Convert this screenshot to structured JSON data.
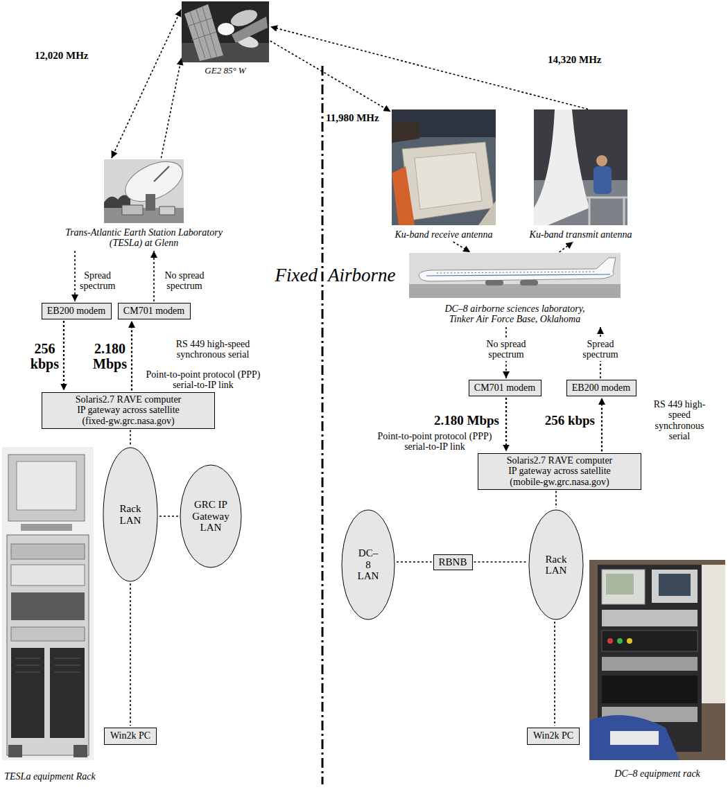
{
  "diagram": {
    "nodes": [
      {
        "text": [
          "GE2 85° W"
        ]
      },
      {
        "text": [
          "Ku-band receive antenna"
        ]
      },
      {
        "text": [
          "Ku-band transmit antenna"
        ]
      },
      {
        "text": [
          "Trans-Atlantic Earth Station Laboratory (TESLa) at Glenn"
        ]
      },
      {
        "text": [
          "DC–8 airborne sciences laboratory, Tinker Air Force Base, Oklahoma"
        ]
      },
      {
        "text": [
          "EB200 modem"
        ]
      },
      {
        "text": [
          "CM701 modem"
        ]
      },
      {
        "text": [
          "CM701 modem"
        ]
      },
      {
        "text": [
          "EB200 modem"
        ]
      },
      {
        "text": [
          "Solaris2.7 RAVE computer IP gateway across satellite (fixed-gw.grc.nasa.gov)"
        ]
      },
      {
        "text": [
          "Solaris2.7 RAVE computer IP gateway across satellite (mobile-gw.grc.nasa.gov)"
        ]
      },
      {
        "text": [
          "TESLa equipment Rack"
        ]
      },
      {
        "text": [
          "Rack LAN"
        ]
      },
      {
        "text": [
          "GRC IP Gateway LAN"
        ]
      },
      {
        "text": [
          "DC–8 LAN"
        ]
      },
      {
        "text": [
          "RBNB"
        ]
      },
      {
        "text": [
          "Rack LAN"
        ]
      },
      {
        "text": [
          "DC–8 equipment rack"
        ]
      },
      {
        "text": [
          "Win2k PC"
        ]
      },
      {
        "text": [
          "Win2k PC"
        ]
      }
    ],
    "edges": [
      {
        "from": 0,
        "to": 3,
        "arrow": "both",
        "label": "12,020 MHz"
      },
      {
        "from": 3,
        "to": 0,
        "arrow": "to"
      },
      {
        "from": 0,
        "to": 1,
        "arrow": "to",
        "label": "11,980 MHz"
      },
      {
        "from": 2,
        "to": 0,
        "arrow": "to",
        "label": "14,320 MHz"
      },
      {
        "from": 1,
        "to": 4,
        "arrow": "to"
      },
      {
        "from": 4,
        "to": 2,
        "arrow": "to"
      },
      {
        "from": 3,
        "to": 5,
        "arrow": "to",
        "label": "Spread spectrum"
      },
      {
        "from": 6,
        "to": 3,
        "arrow": "to",
        "label": "No spread spectrum"
      },
      {
        "from": 5,
        "to": 9,
        "arrow": "to",
        "label": "256 kbps"
      },
      {
        "from": 9,
        "to": 6,
        "arrow": "to",
        "label": "2.180 Mbps"
      },
      {
        "from": 4,
        "to": 7,
        "arrow": "to",
        "label": "No spread spectrum"
      },
      {
        "from": 8,
        "to": 4,
        "arrow": "to",
        "label": "Spread spectrum"
      },
      {
        "from": 7,
        "to": 10,
        "arrow": "to",
        "label": "2.180 Mbps"
      },
      {
        "from": 10,
        "to": 8,
        "arrow": "to",
        "label": "256 kbps"
      },
      {
        "from": 9,
        "to": 12,
        "arrow": "none"
      },
      {
        "from": 12,
        "to": 13,
        "arrow": "none"
      },
      {
        "from": 12,
        "to": 18,
        "arrow": "none"
      },
      {
        "from": 10,
        "to": 16,
        "arrow": "none"
      },
      {
        "from": 14,
        "to": 15,
        "arrow": "none"
      },
      {
        "from": 15,
        "to": 16,
        "arrow": "none"
      },
      {
        "from": 16,
        "to": 19,
        "arrow": "none"
      }
    ],
    "labels": [
      "Fixed",
      "Airborne",
      "RS 449 high-speed synchronous serial",
      "Point-to-point protocol (PPP) serial-to-IP link",
      "RS 449 high-speed synchronous serial",
      "Point-to-point protocol (PPP) serial-to-IP link"
    ]
  }
}
